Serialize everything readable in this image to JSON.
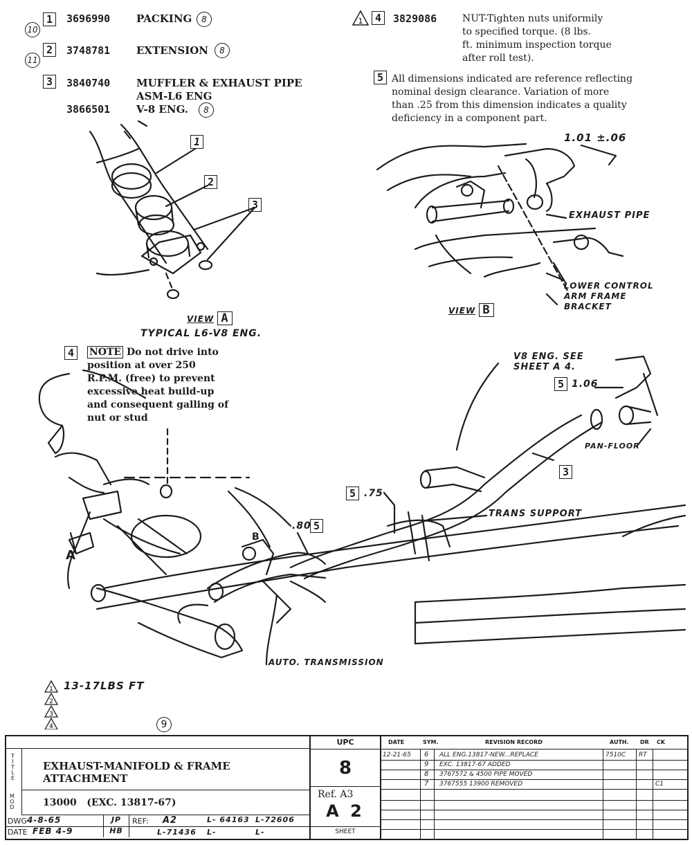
{
  "parts": [
    {
      "num": "1",
      "circle": "10",
      "part_no": "3696990",
      "desc": "PACKING",
      "code": "8"
    },
    {
      "num": "2",
      "circle": "11",
      "part_no": "3748781",
      "desc": "EXTENSION",
      "code": "8"
    },
    {
      "num": "3",
      "part_no": "3840740",
      "desc_line1": "MUFFLER & EXHAUST PIPE",
      "desc_line2": "ASM-L6 ENG",
      "alt_part_no": "3866501",
      "alt_desc": "V-8 ENG.",
      "code": "8"
    }
  ],
  "note4": {
    "triangle": "1",
    "num": "4",
    "part_no": "3829086",
    "lines": [
      "NUT-Tighten nuts uniformily",
      "to specified torque. (8 lbs.",
      "ft. minimum inspection torque",
      "after roll test)."
    ]
  },
  "note5": {
    "num": "5",
    "lines": [
      "All dimensions indicated are reference reflecting",
      "nominal design clearance. Variation of more",
      "than .25 from this dimension indicates a quality",
      "deficiency in a component part."
    ]
  },
  "view_a": {
    "view_label": "VIEW",
    "letter": "A",
    "caption": "TYPICAL L6-V8 ENG.",
    "callouts": [
      "1",
      "2",
      "3"
    ]
  },
  "view_b": {
    "dimension": "1.01 ±.06",
    "exhaust_pipe": "EXHAUST PIPE",
    "bracket_lines": [
      "LOWER CONTROL",
      "ARM FRAME",
      "BRACKET"
    ],
    "view_label": "VIEW",
    "letter": "B"
  },
  "note_drive": {
    "num": "4",
    "keyword": "NOTE",
    "lines": [
      "Do not drive into",
      "position at over 250",
      "R.P.M. (free) to prevent",
      "excessive heat build-up",
      "and consequent galling of",
      "nut or stud"
    ]
  },
  "main_view": {
    "v8_lines": [
      "V8 ENG. SEE",
      "SHEET A 4."
    ],
    "dim_106": "1.06",
    "pan_floor": "PAN-FLOOR",
    "callout_3": "3",
    "dim_75": ".75",
    "trans_support": "TRANS SUPPORT",
    "dim_80": ".80",
    "auto_transmission": "AUTO. TRANSMISSION",
    "view_a_letter": "A",
    "view_b_letter": "B",
    "box5": "5"
  },
  "torque_note": {
    "tri": "1",
    "text": "13-17LBS FT",
    "extra_triangles": [
      "2",
      "3",
      "4"
    ]
  },
  "sheet_code": "9",
  "title_block": {
    "title_side": "TITLE",
    "title_line1": "EXHAUST-MANIFOLD & FRAME",
    "title_line2": "ATTACHMENT",
    "mod_side": "MOD",
    "mod": "13000   (EXC. 13817-67)",
    "dwg_label": "DWG",
    "dwg_date": "4-8-65",
    "dwg_init": "JP",
    "date_label": "DATE",
    "date_val": "FEB 4-9",
    "date_init": "HB",
    "ref_label": "REF:",
    "ref_val": "A2",
    "ref_l1": "L- 64163",
    "ref_l2": "L-72606",
    "ref_l3": "L-71436",
    "ref_l4": "L-",
    "ref_l5": "L-",
    "upc_label": "UPC",
    "upc": "8",
    "ref_a3": "Ref. A3",
    "sheet": "A 2",
    "sheet_label": "SHEET",
    "revision_headers": [
      "DATE",
      "SYM.",
      "REVISION RECORD",
      "AUTH.",
      "DR",
      "CK"
    ],
    "revisions": [
      {
        "date": "12-21-65",
        "sym": "6",
        "text": "ALL ENG.13817-NEW...REPLACE",
        "auth": "7510C",
        "dr": "RT",
        "ck": ""
      },
      {
        "date": "",
        "sym": "9",
        "text": "EXC. 13817-67 ADDED",
        "auth": "",
        "dr": "",
        "ck": ""
      },
      {
        "date": "",
        "sym": "8",
        "text": "3767572 & 4500 PIPE MOVED",
        "auth": "",
        "dr": "",
        "ck": ""
      },
      {
        "date": "",
        "sym": "7",
        "text": "3767555 13900 REMOVED",
        "auth": "",
        "dr": "",
        "ck": "C1"
      }
    ]
  },
  "colors": {
    "ink": "#1c1c1c",
    "paper": "#ffffff"
  }
}
